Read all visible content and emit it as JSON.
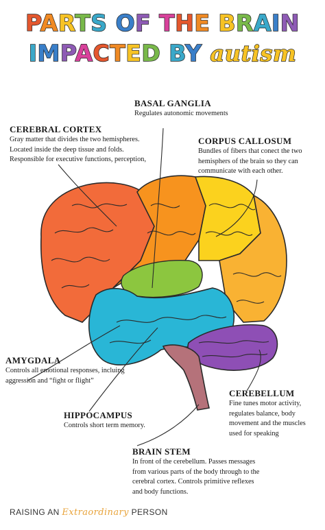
{
  "title": {
    "line1": "PARTS OF THE BRAIN",
    "line2_prefix": "IMPACTED BY",
    "line2_cursive": "autism",
    "line1_letter_colors": [
      "#e4572e",
      "#f08a24",
      "#f7c325",
      "#79b94a",
      "#3aa8c9",
      "#3a7fc9",
      "#8e5bb5",
      "#d8419b",
      "#e4572e",
      "#f08a24",
      "#f7c325",
      "#79b94a",
      "#3aa8c9",
      "#3a7fc9",
      "#8e5bb5",
      "#d8419b",
      "#e4572e",
      "#f08a24"
    ],
    "line2_letter_colors": [
      "#3aa8c9",
      "#3a7fc9",
      "#8e5bb5",
      "#d8419b",
      "#e4572e",
      "#f08a24",
      "#f7c325",
      "#79b94a",
      "#3aa8c9",
      "#3a7fc9",
      "#8e5bb5"
    ],
    "cursive_color": "#f7c325"
  },
  "labels": {
    "basal_ganglia": {
      "heading": "BASAL GANGLIA",
      "lines": [
        "Regulates autonomic movements"
      ]
    },
    "cerebral_cortex": {
      "heading": "CEREBRAL CORTEX",
      "lines": [
        "Gray matter that divides the two hemispheres.",
        "Located inside the deep tissue and folds.",
        "Responsible for executive functions, perception,"
      ]
    },
    "corpus_callosum": {
      "heading": "CORPUS CALLOSUM",
      "lines": [
        "Bundles of fibers that conect the two",
        "hemisphers of the brain so they can",
        "communicate with each other."
      ]
    },
    "amygdala": {
      "heading": "AMYGDALA",
      "lines": [
        "Controls all emotional responses, incluing",
        "aggression and “fight or flight”"
      ]
    },
    "cerebellum": {
      "heading": "CEREBELLUM",
      "lines": [
        "Fine tunes motor activity,",
        "regulates balance, body",
        "movement and the muscles",
        "used for speaking"
      ]
    },
    "hippocampus": {
      "heading": "HIPPOCAMPUS",
      "lines": [
        "Controls short term memory."
      ]
    },
    "brain_stem": {
      "heading": "BRAIN STEM",
      "lines": [
        "In front of the cerebellum. Passes messages",
        "from various parts of the body through to the",
        "cerebral cortex. Controls primitive reflexes",
        "and body functions."
      ]
    }
  },
  "footer": {
    "prefix": "RAISING AN",
    "cursive": "Extraordinary",
    "suffix": "PERSON"
  },
  "colors": {
    "frontal": "#f26b3a",
    "orange": "#f7931e",
    "yellow": "#fbd21e",
    "yellow_orange": "#f9b233",
    "green": "#8cc63f",
    "teal": "#29b6d6",
    "purple": "#8e4fb5",
    "stem": "#b5727a",
    "outline": "#2a2a2a"
  }
}
